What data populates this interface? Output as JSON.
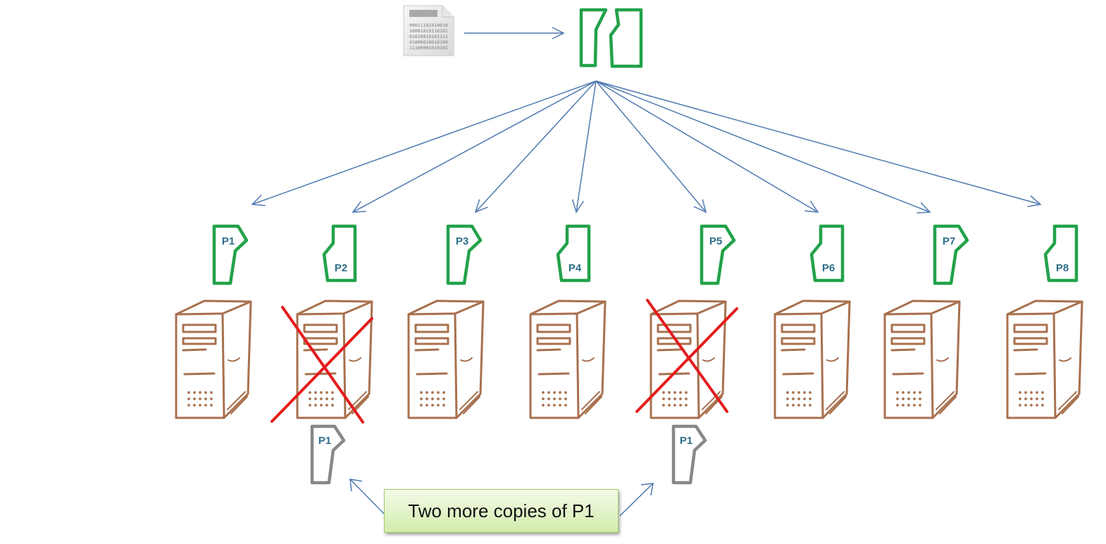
{
  "colors": {
    "piece_active": "#22a24a",
    "piece_copy": "#888888",
    "label_text": "#2e6f8a",
    "server": "#a8704e",
    "failure_x": "#e41c1c",
    "arrow": "#4f79b0"
  },
  "icons": {
    "binary_file": "binary-file-icon",
    "splitter": "split-file-icon",
    "server": "server-tower-icon",
    "failure": "red-x-icon"
  },
  "binary_lines": [
    "00011101010010",
    "10001010110101",
    "01010010101111",
    "01000010010100",
    "11100001010101"
  ],
  "partitions": [
    {
      "label": "P1",
      "failed": false
    },
    {
      "label": "P2",
      "failed": true
    },
    {
      "label": "P3",
      "failed": false
    },
    {
      "label": "P4",
      "failed": false
    },
    {
      "label": "P5",
      "failed": true
    },
    {
      "label": "P6",
      "failed": false
    },
    {
      "label": "P7",
      "failed": false
    },
    {
      "label": "P8",
      "failed": false
    }
  ],
  "copies": [
    {
      "label": "P1",
      "on_partition": "P2"
    },
    {
      "label": "P1",
      "on_partition": "P5"
    }
  ],
  "note": {
    "text": "Two more copies of P1"
  }
}
